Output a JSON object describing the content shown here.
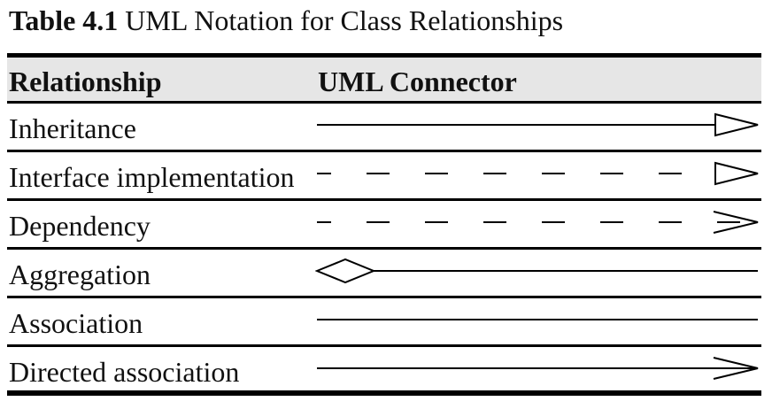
{
  "caption": {
    "label": "Table 4.1",
    "title": "UML Notation for Class Relationships"
  },
  "table": {
    "columns": [
      "Relationship",
      "UML Connector"
    ],
    "rows": [
      {
        "relationship": "Inheritance",
        "connector_icon": "solid-line-hollow-triangle-icon"
      },
      {
        "relationship": "Interface implementation",
        "connector_icon": "dashed-line-hollow-triangle-icon"
      },
      {
        "relationship": "Dependency",
        "connector_icon": "dashed-line-open-arrow-icon"
      },
      {
        "relationship": "Aggregation",
        "connector_icon": "hollow-diamond-solid-line-icon"
      },
      {
        "relationship": "Association",
        "connector_icon": "solid-line-icon"
      },
      {
        "relationship": "Directed association",
        "connector_icon": "solid-line-open-arrow-icon"
      }
    ]
  },
  "colors": {
    "header_background": "#e6e6e6",
    "rule": "#000000",
    "text": "#111111"
  }
}
